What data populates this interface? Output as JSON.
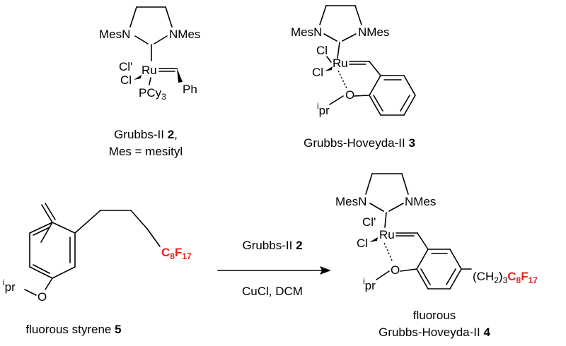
{
  "labels": {
    "grubbs_ii": {
      "name": "Grubbs-II ",
      "number": "2",
      "comma": ",",
      "line2": "Mes = mesityl"
    },
    "grubbs_hoveyda": {
      "name": "Grubbs-Hoveyda-II ",
      "number": "3"
    },
    "styrene": {
      "name": "fluorous styrene ",
      "number": "5"
    },
    "product": {
      "line1": "fluorous",
      "name": "Grubbs-Hoveyda-II ",
      "number": "4"
    }
  },
  "reaction": {
    "above_name": "Grubbs-II ",
    "above_number": "2",
    "below": "CuCl, DCM"
  },
  "atoms": {
    "mes": "Mes",
    "n": "N",
    "cl": "Cl",
    "ru": "Ru",
    "pcy": "PCy",
    "three": "3",
    "ph": "Ph",
    "o": "O",
    "ipr_sup": "i",
    "ipr": "pr",
    "c": "C",
    "eight": "8",
    "f": "F",
    "seventeen": "17",
    "ch2": "(CH",
    "two": "2",
    "paren_close": ")",
    "tick": "'"
  },
  "colors": {
    "fluorous": "#e8211d",
    "ink": "#000000"
  }
}
